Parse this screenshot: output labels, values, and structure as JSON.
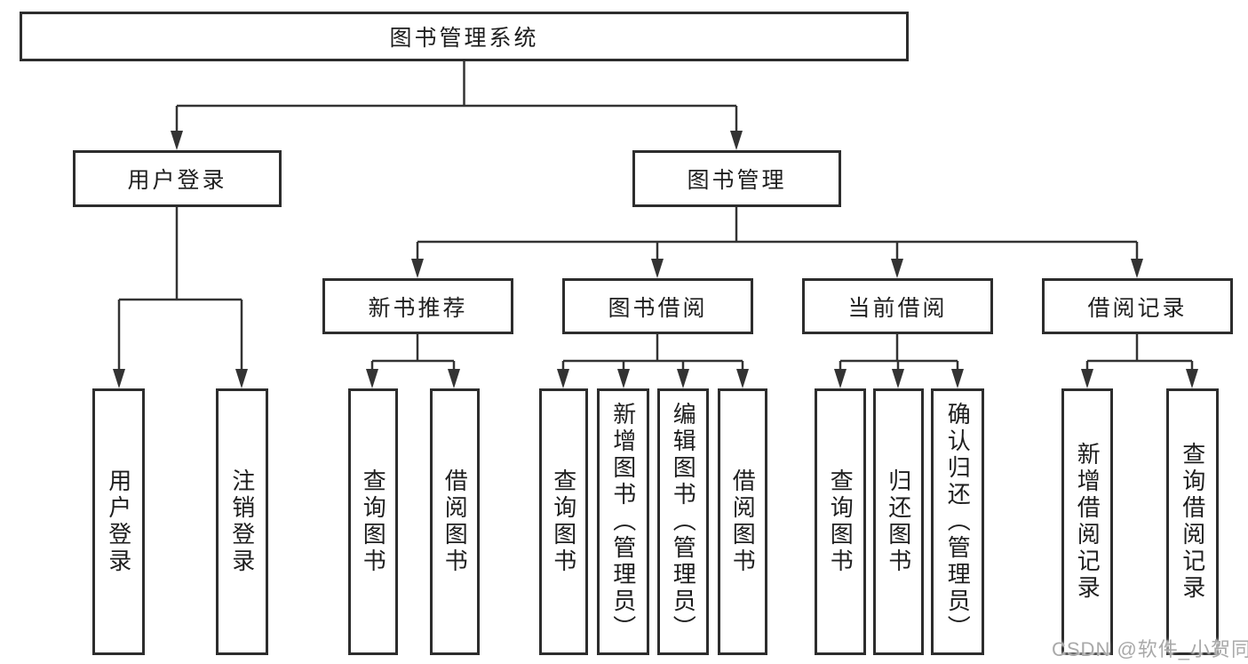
{
  "tree": {
    "root": "图书管理系统",
    "branches": [
      {
        "label": "用户登录",
        "children": [
          "用户登录",
          "注销登录"
        ]
      },
      {
        "label": "图书管理",
        "groups": [
          {
            "label": "新书推荐",
            "children": [
              "查询图书",
              "借阅图书"
            ]
          },
          {
            "label": "图书借阅",
            "children": [
              "查询图书",
              "新增图书（管理员）",
              "编辑图书（管理员）",
              "借阅图书"
            ]
          },
          {
            "label": "当前借阅",
            "children": [
              "查询图书",
              "归还图书",
              "确认归还（管理员）"
            ]
          },
          {
            "label": "借阅记录",
            "children": [
              "新增借阅记录",
              "查询借阅记录"
            ]
          }
        ]
      }
    ]
  },
  "watermark": "CSDN @软件_小贺同学",
  "colors": {
    "line": "#333333",
    "box_border": "#2d2d2d",
    "text": "#1e1e1e",
    "watermark": "#a9a9a9",
    "background": "#ffffff"
  }
}
